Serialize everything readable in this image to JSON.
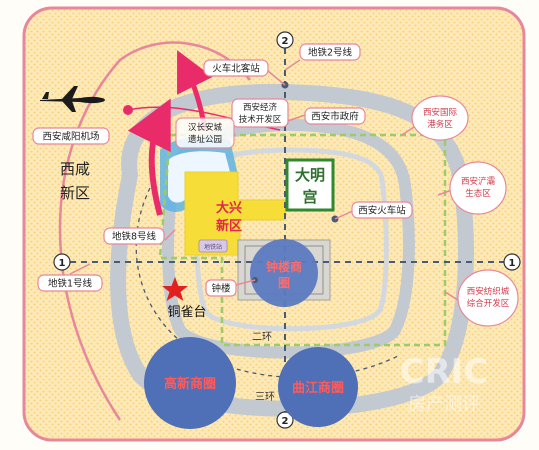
{
  "colors": {
    "background": "#fde9b5",
    "frame": "#e8879b",
    "ring_road": "#c2c9d1",
    "subway_line": "#4a5a72",
    "green_dashed": "#9ccc6a",
    "daxing_zone": "#f7dd38",
    "daming_palace": "#2f8a2f",
    "bell_tower_circle": "#5b7ac0",
    "gaoxin_circle": "#4f6fb6",
    "qujiang_circle": "#4f6fb6",
    "district_label_text": "#d23a4a",
    "star_marker": "#e32020"
  },
  "labels": {
    "xixian_new_area": "西咸新区",
    "xianyang_airport": "西安咸阳机场",
    "north_station": "火车北客站",
    "line2": "地铁2号线",
    "econ_dev_zone": "西安经济技术开发区",
    "city_gov": "西安市政府",
    "port_zone": "西安国际港务区",
    "hanchangan": "汉长安城遗址公园",
    "daming_palace": "大明宫",
    "daxing_new_area": "大兴新区",
    "line8": "地铁8号线",
    "xian_station": "西安火车站",
    "chanba": "西安浐灞生态区",
    "line1": "地铁1号线",
    "bell_tower_district": "钟楼商圈",
    "bell_tower": "钟楼",
    "tongquetai": "铜雀台",
    "fangzhi_city": "西安纺织城综合开发区",
    "second_ring": "二环",
    "third_ring": "三环",
    "gaoxin_district": "高新商圈",
    "qujiang_district": "曲江商圈",
    "line_num_1": "1",
    "line_num_2": "2",
    "tiny_label": "地铁站",
    "watermark_brand": "CRIC",
    "watermark_sub": "房产测评"
  }
}
